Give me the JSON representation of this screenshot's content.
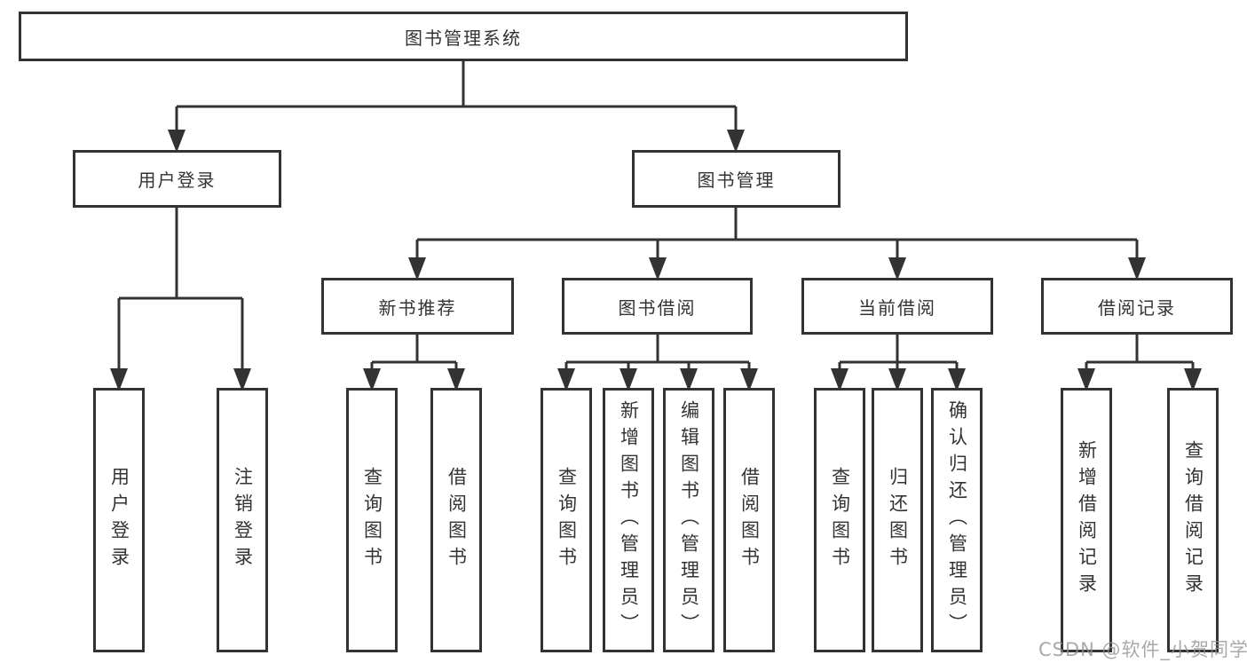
{
  "diagram_title": "图书管理系统",
  "tree": {
    "root": "图书管理系统",
    "children": [
      {
        "label": "用户登录",
        "children": [
          "用户登录",
          "注销登录"
        ]
      },
      {
        "label": "图书管理",
        "children": [
          {
            "label": "新书推荐",
            "children": [
              "查询图书",
              "借阅图书"
            ]
          },
          {
            "label": "图书借阅",
            "children": [
              "查询图书",
              "新增图书（管理员）",
              "编辑图书（管理员）",
              "借阅图书"
            ]
          },
          {
            "label": "当前借阅",
            "children": [
              "查询图书",
              "归还图书",
              "确认归还（管理员）"
            ]
          },
          {
            "label": "借阅记录",
            "children": [
              "新增借阅记录",
              "查询借阅记录"
            ]
          }
        ]
      }
    ]
  },
  "watermark": {
    "text": "CSDN @软件_小贺同学"
  },
  "colors": {
    "line": "#333333",
    "box_border": "#333333",
    "text": "#333333",
    "watermark": "#919191",
    "background": "#ffffff"
  }
}
